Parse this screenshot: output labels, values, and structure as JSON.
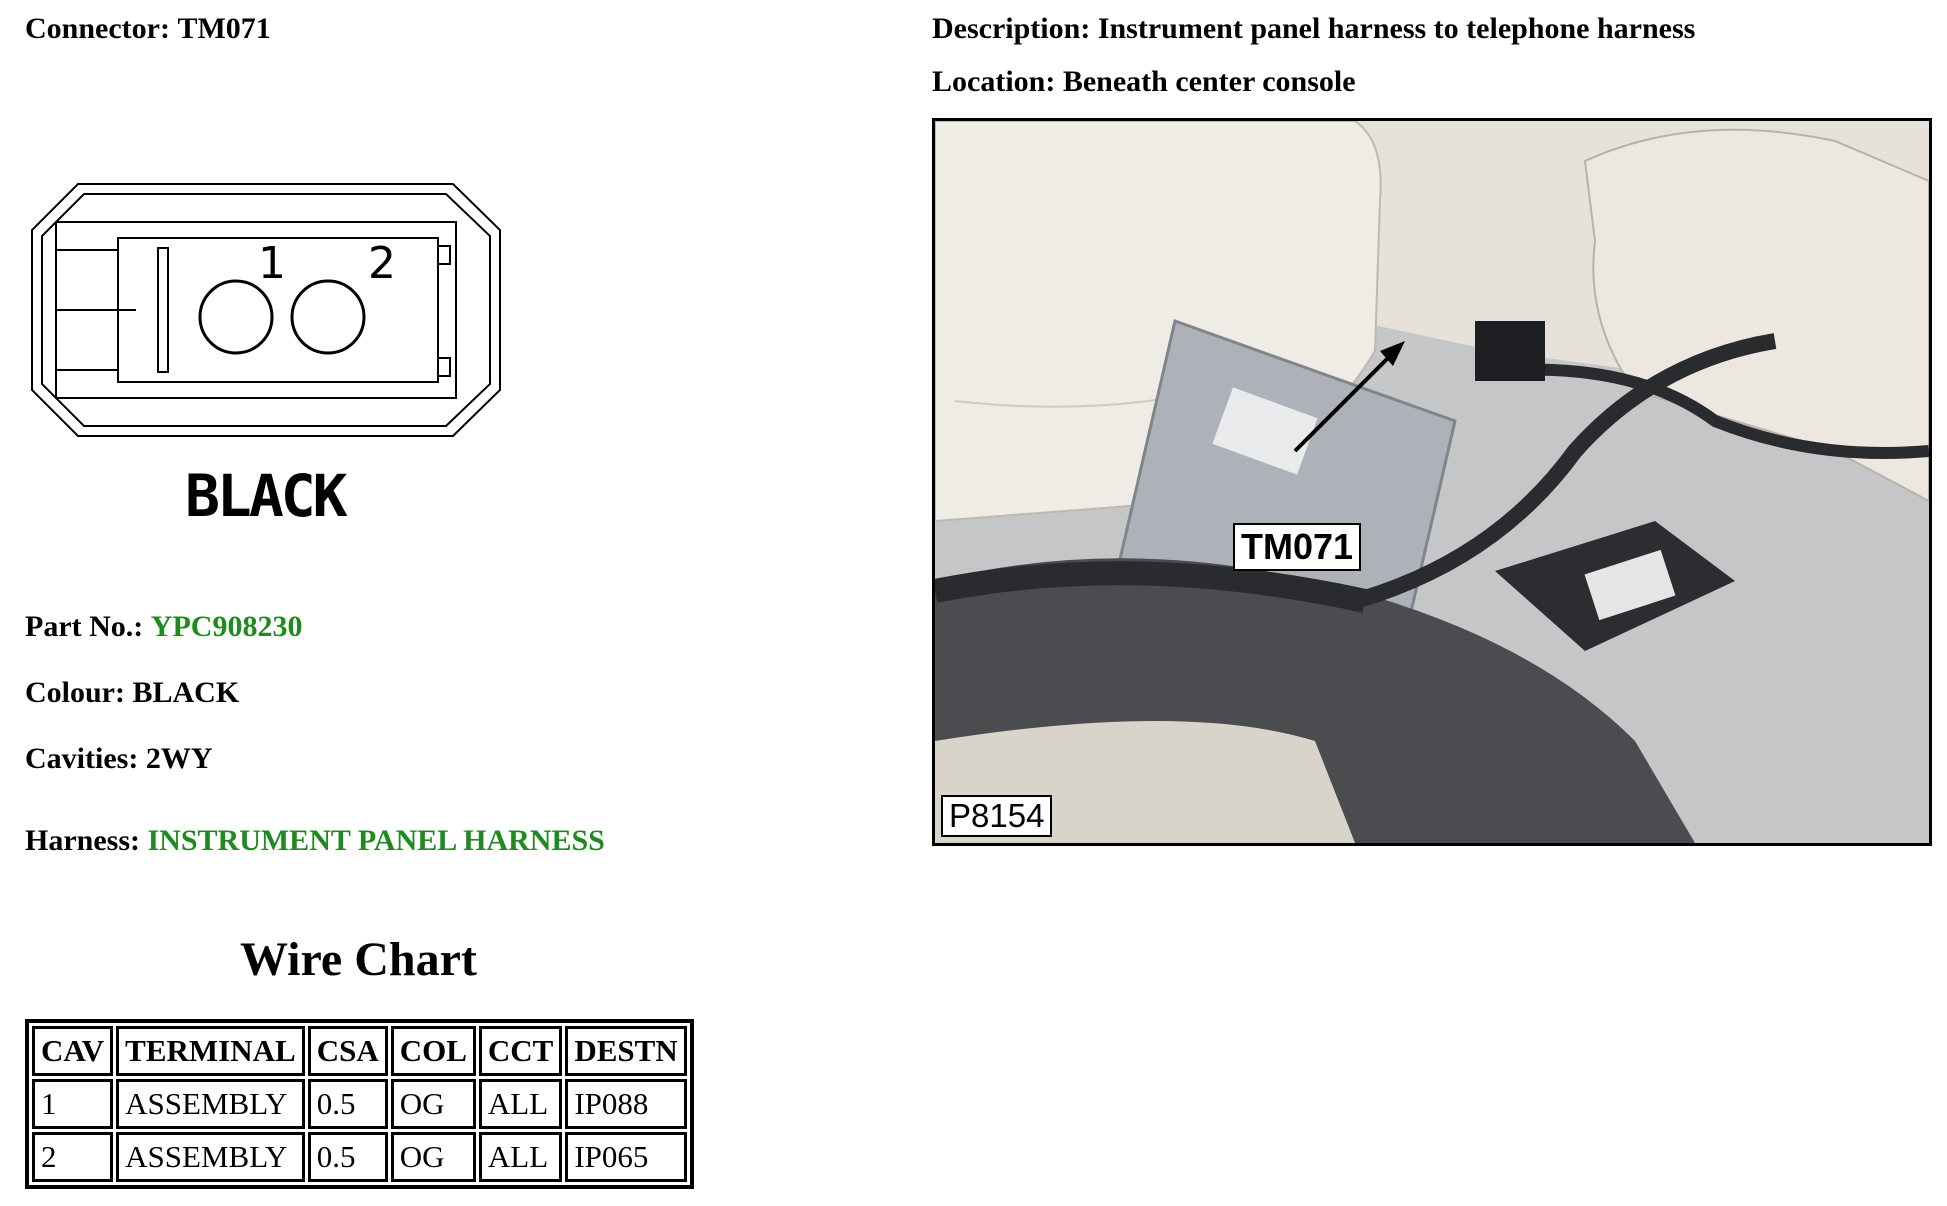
{
  "connector": {
    "label": "Connector:",
    "value": "TM071"
  },
  "description": {
    "label": "Description:",
    "value": "Instrument panel harness to telephone harness"
  },
  "location": {
    "label": "Location:",
    "value": "Beneath center console"
  },
  "diagram": {
    "pin_labels": [
      "1",
      "2"
    ],
    "color_text": "BLACK"
  },
  "part_no": {
    "label": "Part No.:",
    "value": "YPC908230",
    "link_color": "#1f8a1f"
  },
  "colour": {
    "label": "Colour:",
    "value": "BLACK"
  },
  "cavities": {
    "label": "Cavities:",
    "value": "2WY"
  },
  "harness": {
    "label": "Harness:",
    "value": "INSTRUMENT PANEL HARNESS"
  },
  "wire_chart": {
    "title": "Wire Chart",
    "headers": [
      "CAV",
      "TERMINAL",
      "CSA",
      "COL",
      "CCT",
      "DESTN"
    ],
    "rows": [
      [
        "1",
        "ASSEMBLY",
        "0.5",
        "OG",
        "ALL",
        "IP088"
      ],
      [
        "2",
        "ASSEMBLY",
        "0.5",
        "OG",
        "ALL",
        "IP065"
      ]
    ]
  },
  "photo": {
    "callout": "TM071",
    "ref": "P8154"
  }
}
